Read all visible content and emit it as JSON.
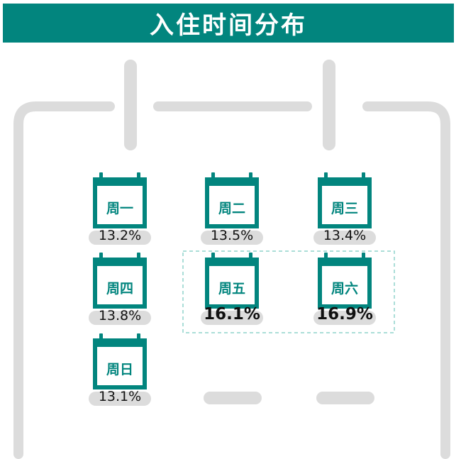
{
  "title": "入住时间分布",
  "colors": {
    "accent": "#02857e",
    "frame": "#dcdcdc",
    "highlight_border": "#8fd3cc"
  },
  "days": [
    {
      "label": "周一",
      "value": "13.2%",
      "highlight": false
    },
    {
      "label": "周二",
      "value": "13.5%",
      "highlight": false
    },
    {
      "label": "周三",
      "value": "13.4%",
      "highlight": false
    },
    {
      "label": "周四",
      "value": "13.8%",
      "highlight": false
    },
    {
      "label": "周五",
      "value": "16.1%",
      "highlight": true
    },
    {
      "label": "周六",
      "value": "16.9%",
      "highlight": true
    },
    {
      "label": "周日",
      "value": "13.1%",
      "highlight": false
    }
  ]
}
